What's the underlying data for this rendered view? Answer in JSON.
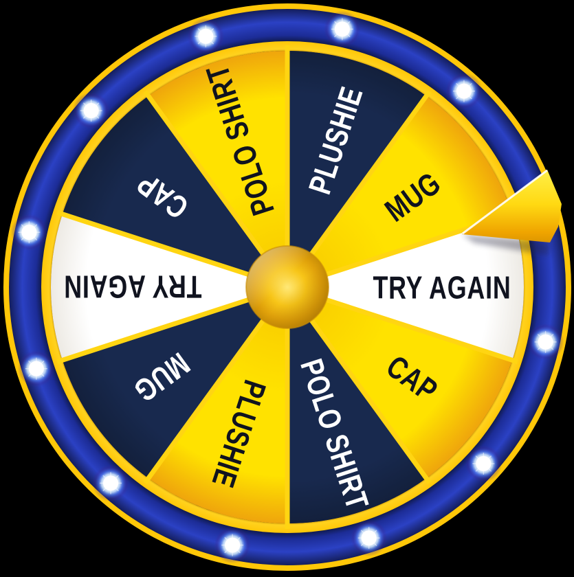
{
  "app": {
    "name": "prize-wheel-game",
    "background": "#000000"
  },
  "wheel": {
    "segments": [
      {
        "label": "TRY AGAIN",
        "angle_deg": 0,
        "fill": "white",
        "text_color": "#10131F"
      },
      {
        "label": "CAP",
        "angle_deg": 36,
        "fill": "yellow",
        "text_color": "#10131F"
      },
      {
        "label": "POLO SHIRT",
        "angle_deg": 72,
        "fill": "navy",
        "text_color": "#FFFFFF"
      },
      {
        "label": "PLUSHIE",
        "angle_deg": 108,
        "fill": "yellow",
        "text_color": "#10131F"
      },
      {
        "label": "MUG",
        "angle_deg": 144,
        "fill": "navy",
        "text_color": "#FFFFFF"
      },
      {
        "label": "TRY AGAIN",
        "angle_deg": 180,
        "fill": "white",
        "text_color": "#10131F"
      },
      {
        "label": "CAP",
        "angle_deg": 216,
        "fill": "navy",
        "text_color": "#FFFFFF"
      },
      {
        "label": "POLO SHIRT",
        "angle_deg": 252,
        "fill": "yellow",
        "text_color": "#10131F"
      },
      {
        "label": "PLUSHIE",
        "angle_deg": 288,
        "fill": "navy",
        "text_color": "#FFFFFF"
      },
      {
        "label": "MUG",
        "angle_deg": 324,
        "fill": "yellow",
        "text_color": "#10131F"
      }
    ],
    "lights": {
      "count": 12,
      "start_angle_deg": 12,
      "step_deg": 30
    },
    "pointer": {
      "angle_deg": -17,
      "side": "right"
    },
    "colors": {
      "background": "#000000",
      "navy_segment": "#18294E",
      "navy_edge": "#13203C",
      "yellow_center": "#F7C600",
      "yellow_mid": "#FFE200",
      "yellow_edge": "#EFA50C",
      "white_segment": "#FFFFFF",
      "white_edge": "#EDEAE4",
      "divider_gold": "#FFD512",
      "rim_outer_gold": "#FFC708",
      "rim_ring_gold": "#FFD21E",
      "rim_ring_shadow": "#C98E00",
      "band_dark": "#0E1845",
      "band_mid": "#1C2C96",
      "band_bright": "#2B41C4",
      "band_edge": "#141E5C",
      "hub_light": "#FFE877",
      "hub_gold": "#F7C518",
      "hub_deep": "#C98E06",
      "bulb_core": "#FFFFFF",
      "bulb_glow_blue": "#5A8CFF",
      "bulb_glow_purple": "#46288F",
      "pointer_light": "#FFF04A",
      "pointer_gold": "#FFD912",
      "pointer_deep": "#D28E00",
      "pointer_edge_highlight": "#FFFFFF",
      "text_dark": "#10131F",
      "text_light": "#FFFFFF"
    }
  }
}
